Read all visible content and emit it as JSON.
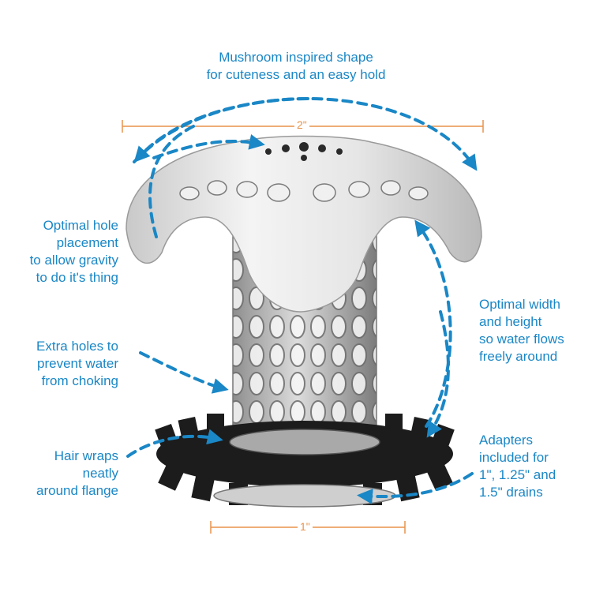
{
  "labels": {
    "top": "Mushroom inspired shape\nfor cuteness and an easy hold",
    "hole_placement": "Optimal hole\nplacement\nto allow gravity\nto do it's thing",
    "extra_holes": "Extra holes to\nprevent water\nfrom choking",
    "hair_wraps": "Hair wraps\nneatly\naround flange",
    "optimal_width": "Optimal width\nand height\nso water flows\nfreely around",
    "adapters": "Adapters\nincluded for\n1\", 1.25\" and\n1.5\" drains"
  },
  "dimensions": {
    "top_width": "2\"",
    "bottom_width": "1\""
  },
  "colors": {
    "annotation_blue": "#1a87c6",
    "dimension_orange": "#e8924a",
    "rubber_flange": "#1c1c1c"
  }
}
